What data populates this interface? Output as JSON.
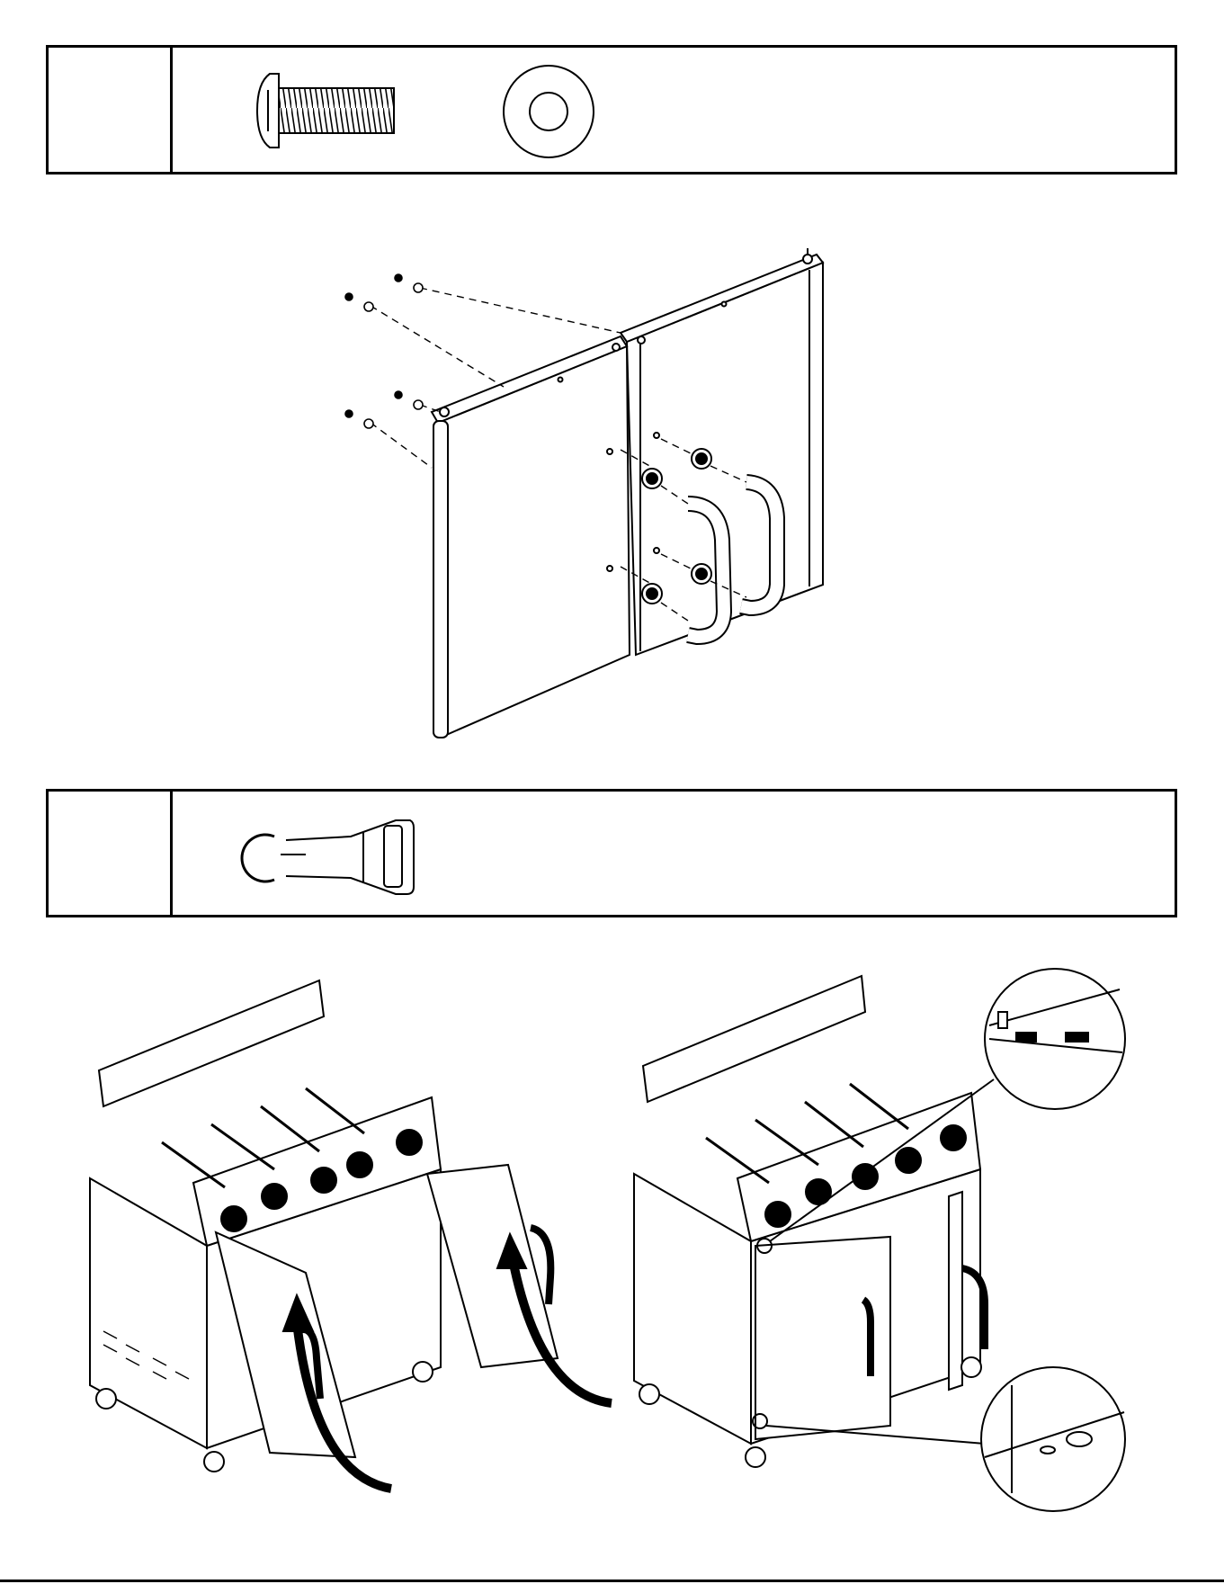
{
  "page": {
    "kind": "assembly-instructions",
    "ink_color": "#000000",
    "paper_color": "#ffffff",
    "panel_gray": "#d9d9d9"
  },
  "parts_box_1": {
    "cell_label": "",
    "items": [
      {
        "name": "bolt",
        "icon": "bolt-icon"
      },
      {
        "name": "washer",
        "icon": "washer-icon"
      }
    ]
  },
  "parts_box_2": {
    "cell_label": "",
    "items": [
      {
        "name": "clip",
        "icon": "clip-icon"
      }
    ]
  },
  "illustrations": [
    {
      "name": "door-assembly",
      "icon": "door-handle-assembly-icon"
    },
    {
      "name": "grill-install-before",
      "icon": "grill-cart-icon"
    },
    {
      "name": "grill-install-after",
      "icon": "grill-cart-icon"
    }
  ]
}
